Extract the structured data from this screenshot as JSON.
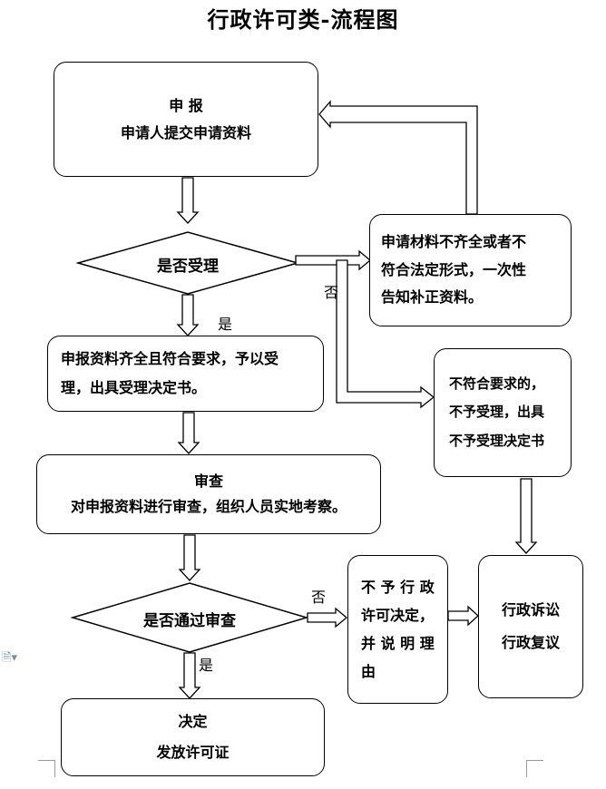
{
  "title": "行政许可类-流程图",
  "nodes": {
    "apply": {
      "line1": "申 报",
      "line2": "申请人提交申请资料"
    },
    "accept_decision": {
      "text": "是否受理"
    },
    "incomplete": {
      "line1": "申请材料不齐全或者不",
      "line2": "符合法定形式，一次性",
      "line3": "告知补正资料。"
    },
    "accepted": {
      "line1": "申报资料齐全且符合要求，予以受",
      "line2": "理，出具受理决定书。"
    },
    "not_accepted": {
      "line1": "不符合要求的，",
      "line2": "不予受理，出具",
      "line3": "不予受理决定书"
    },
    "review": {
      "line1": "审查",
      "line2": "对申报资料进行审查，组织人员实地考察。"
    },
    "pass_decision": {
      "text": "是否通过审查"
    },
    "deny": {
      "line1": "不 予 行 政",
      "line2": "许可决定，",
      "line3": "并 说 明 理",
      "line4": "由"
    },
    "appeal": {
      "line1": "行政诉讼",
      "line2": "行政复议"
    },
    "decision": {
      "line1": "决定",
      "line2": "发放许可证"
    }
  },
  "labels": {
    "yes1": "是",
    "no1": "否",
    "no2": "否",
    "yes2": "是"
  },
  "icons": {
    "doc": "document-icon"
  }
}
